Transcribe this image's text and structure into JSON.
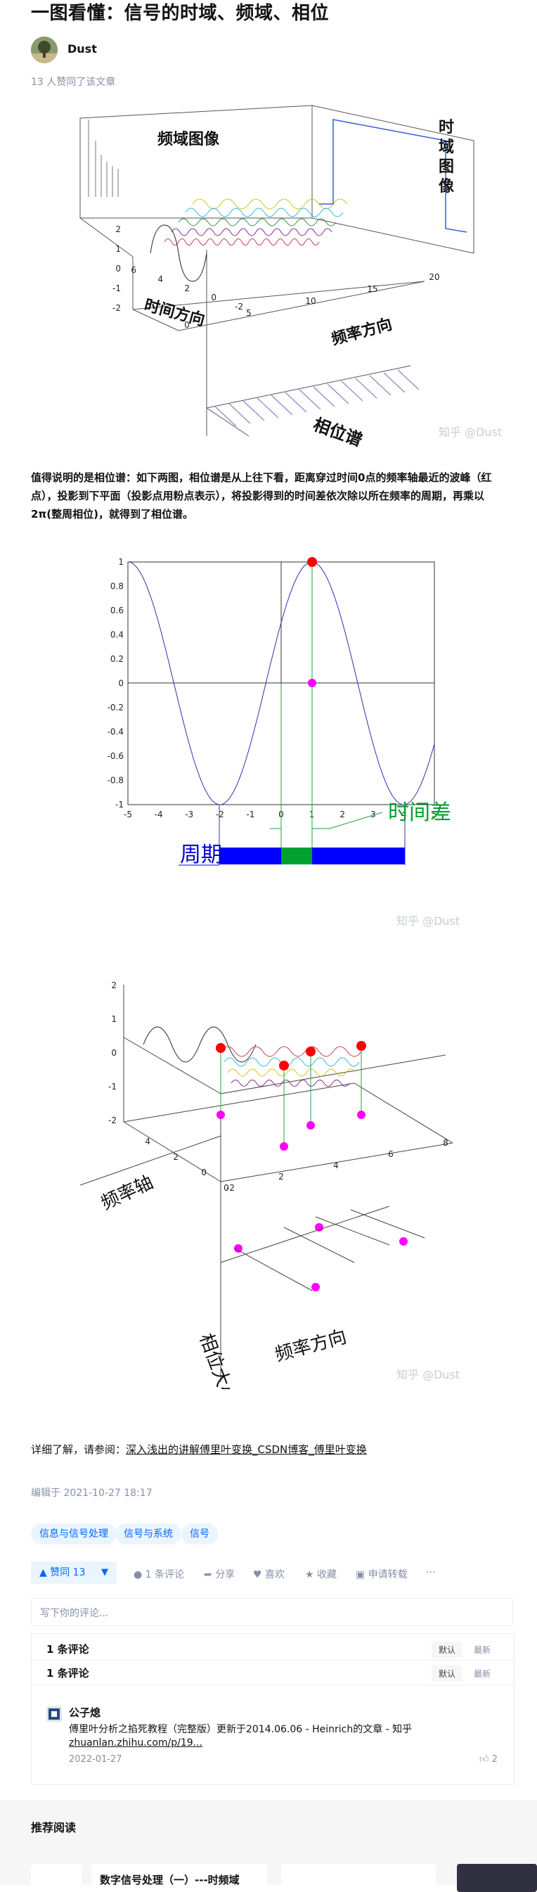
{
  "article": {
    "title": "一图看懂：信号的时域、频域、相位",
    "author": "Dust",
    "likes_line": "13 人赞同了该文章",
    "paragraph": "值得说明的是相位谱：如下两图，相位谱是从上往下看，距离穿过时间0点的频率轴最近的波峰（红点），投影到下平面（投影点用粉点表示），将投影得到的时间差依次除以所在频率的周期，再乘以2π(整周相位)，就得到了相位谱。",
    "reference_prefix": "详细了解，请参阅：",
    "reference_link": "深入浅出的讲解傅里叶变换_CSDN博客_傅里叶变换",
    "edited": "编辑于 2021-10-27 18:17"
  },
  "figure1": {
    "freq_label": "频域图像",
    "time_label": "时域图像",
    "time_dir": "时间方向",
    "freq_dir": "频率方向",
    "phase_label": "相位谱",
    "watermark": "知乎 @Dust",
    "y_ticks": [
      "2",
      "1",
      "0",
      "-1",
      "-2"
    ],
    "t_ticks": [
      "6",
      "4",
      "2",
      "0",
      "-2"
    ],
    "f_ticks": [
      "0",
      "5",
      "10",
      "15",
      "20"
    ]
  },
  "figure2": {
    "y_ticks": [
      "1",
      "0.8",
      "0.6",
      "0.4",
      "0.2",
      "0",
      "-0.2",
      "-0.4",
      "-0.6",
      "-0.8",
      "-1"
    ],
    "x_ticks": [
      "-5",
      "-4",
      "-3",
      "-2",
      "-1",
      "0",
      "1",
      "2",
      "3",
      "4",
      "5"
    ],
    "period_label": "周期",
    "timediff_label": "时间差",
    "watermark": "知乎 @Dust"
  },
  "figure3": {
    "y_ticks": [
      "2",
      "1",
      "0",
      "-1",
      "-2"
    ],
    "t_ticks": [
      "4",
      "2",
      "0",
      "-2"
    ],
    "f_ticks": [
      "0",
      "2",
      "4",
      "6",
      "8"
    ],
    "freq_axis_label": "频率轴",
    "phase_size_label": "相位大小",
    "freq_dir_label": "频率方向",
    "watermark": "知乎 @Dust"
  },
  "tags": [
    "信息与信号处理",
    "信号与系统",
    "信号"
  ],
  "actions": {
    "vote_up": "▲ 赞同 13",
    "vote_down": "▼",
    "comments": "1 条评论",
    "share": "分享",
    "like": "喜欢",
    "collect": "收藏",
    "reprint": "申请转载",
    "more": "···"
  },
  "comments": {
    "placeholder": "写下你的评论...",
    "count_label": "1 条评论",
    "sort_default": "默认",
    "sort_latest": "最新",
    "item": {
      "user": "公子熄",
      "text_line1": "傅里叶分析之掐死教程（完整版）更新于2014.06.06 - Heinrich的文章 - 知乎",
      "link": "zhuanlan.zhihu.com/p/19...",
      "date": "2022-01-27",
      "likes": "2"
    }
  },
  "recommended": {
    "heading": "推荐阅读",
    "card_title": "数字信号处理（一）---时频域"
  },
  "colors": {
    "accent": "#0066ff",
    "muted": "#8590a6",
    "tag_bg": "#ebf5ff",
    "red_point": "#ff0000",
    "pink_point": "#ff00ff",
    "period_bar": "#0000ff",
    "timediff_bar": "#00a030"
  }
}
